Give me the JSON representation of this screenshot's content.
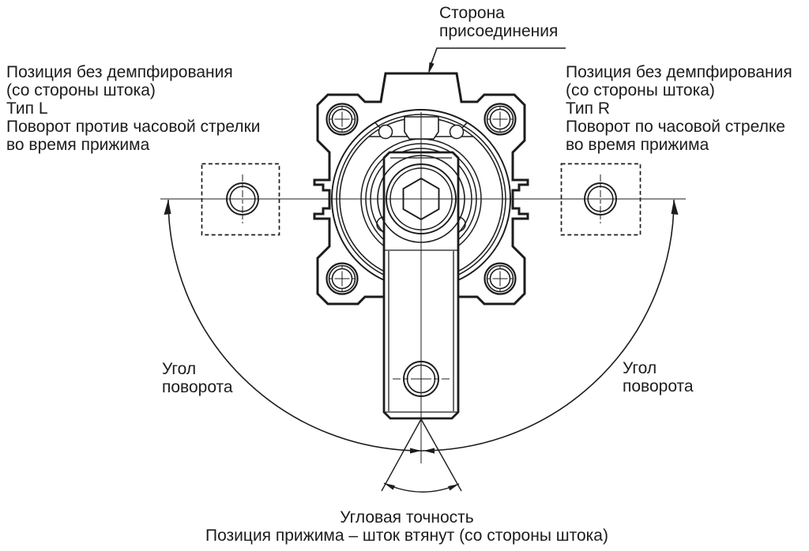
{
  "colors": {
    "background": "#ffffff",
    "ink": "#1c1c1c"
  },
  "labels": {
    "connection_side": {
      "line1": "Сторона",
      "line2": "присоединения"
    },
    "left_note": {
      "line1": "Позиция без демпфирования",
      "line2": "(со стороны штока)",
      "line3": "Тип L",
      "line4": "Поворот против часовой стрелки",
      "line5": "во время прижима"
    },
    "right_note": {
      "line1": "Позиция без демпфирования",
      "line2": "(со стороны штока)",
      "line3": "Тип R",
      "line4": "Поворот по часовой стрелке",
      "line5": "во время прижима"
    },
    "left_angle": {
      "line1": "Угол",
      "line2": "поворота"
    },
    "right_angle": {
      "line1": "Угол",
      "line2": "поворота"
    },
    "bottom_note": {
      "line1": "Угловая точность",
      "line2": "Позиция прижима – шток втянут (со стороны штока)"
    }
  }
}
